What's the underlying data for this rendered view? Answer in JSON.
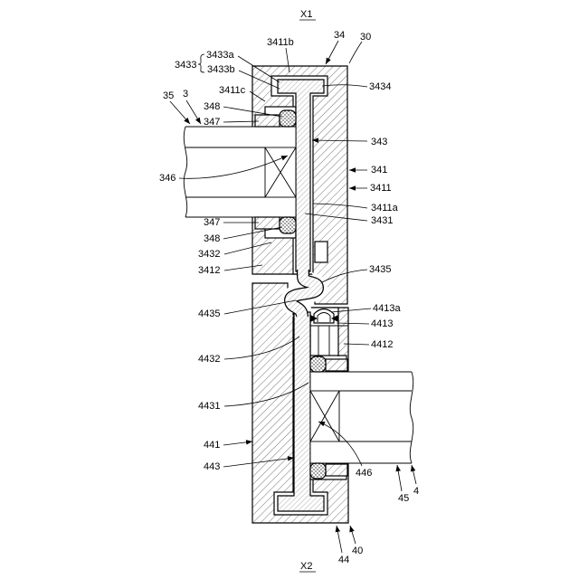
{
  "drawing": {
    "section_top": "X1",
    "section_bottom": "X2",
    "reference_numerals": {
      "n34": "34",
      "n30": "30",
      "n3411b": "3411b",
      "n3433a": "3433a",
      "n3433": "3433",
      "n3433b": "3433b",
      "n3434": "3434",
      "n35": "35",
      "n3": "3",
      "n3411c": "3411c",
      "n348_upper": "348",
      "n347_upper": "347",
      "n343": "343",
      "n341": "341",
      "n346": "346",
      "n3411": "3411",
      "n3411a": "3411a",
      "n3431": "3431",
      "n347_lower": "347",
      "n348_lower": "348",
      "n3432": "3432",
      "n3412": "3412",
      "n3435": "3435",
      "n4413a": "4413a",
      "n4435": "4435",
      "n4413": "4413",
      "n4412": "4412",
      "n4432": "4432",
      "n4431": "4431",
      "n441": "441",
      "n443": "443",
      "n446": "446",
      "n45": "45",
      "n4": "4",
      "n40": "40",
      "n44": "44"
    }
  },
  "colors": {
    "ink": "#000000",
    "hatch": "#555555",
    "paper": "#ffffff"
  }
}
